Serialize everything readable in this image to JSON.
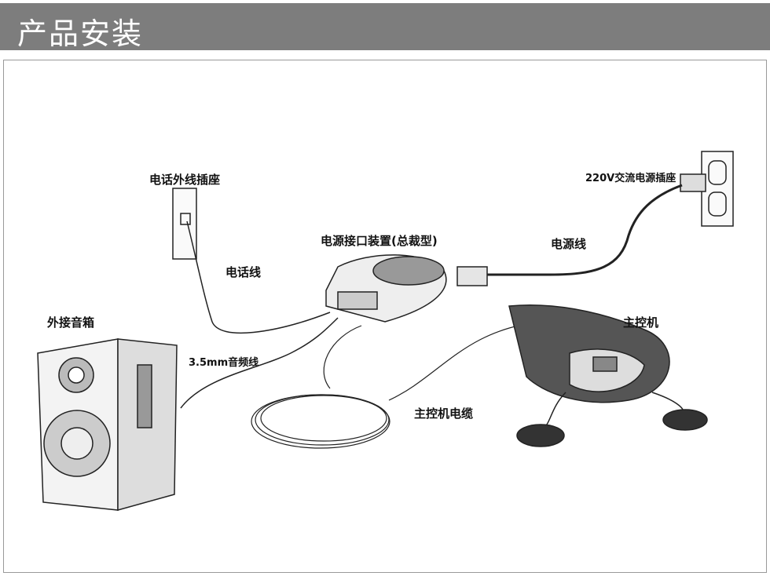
{
  "header": {
    "title": "产品安装"
  },
  "labels": {
    "phone_jack": "电话外线插座",
    "phone_line": "电话线",
    "power_unit": "电源接口装置(总裁型)",
    "power_cord": "电源线",
    "ac_outlet": "220V交流电源插座",
    "main_unit": "主控机",
    "speaker": "外接音箱",
    "audio_cable": "3.5mm音频线",
    "main_cable": "主控机电缆"
  }
}
